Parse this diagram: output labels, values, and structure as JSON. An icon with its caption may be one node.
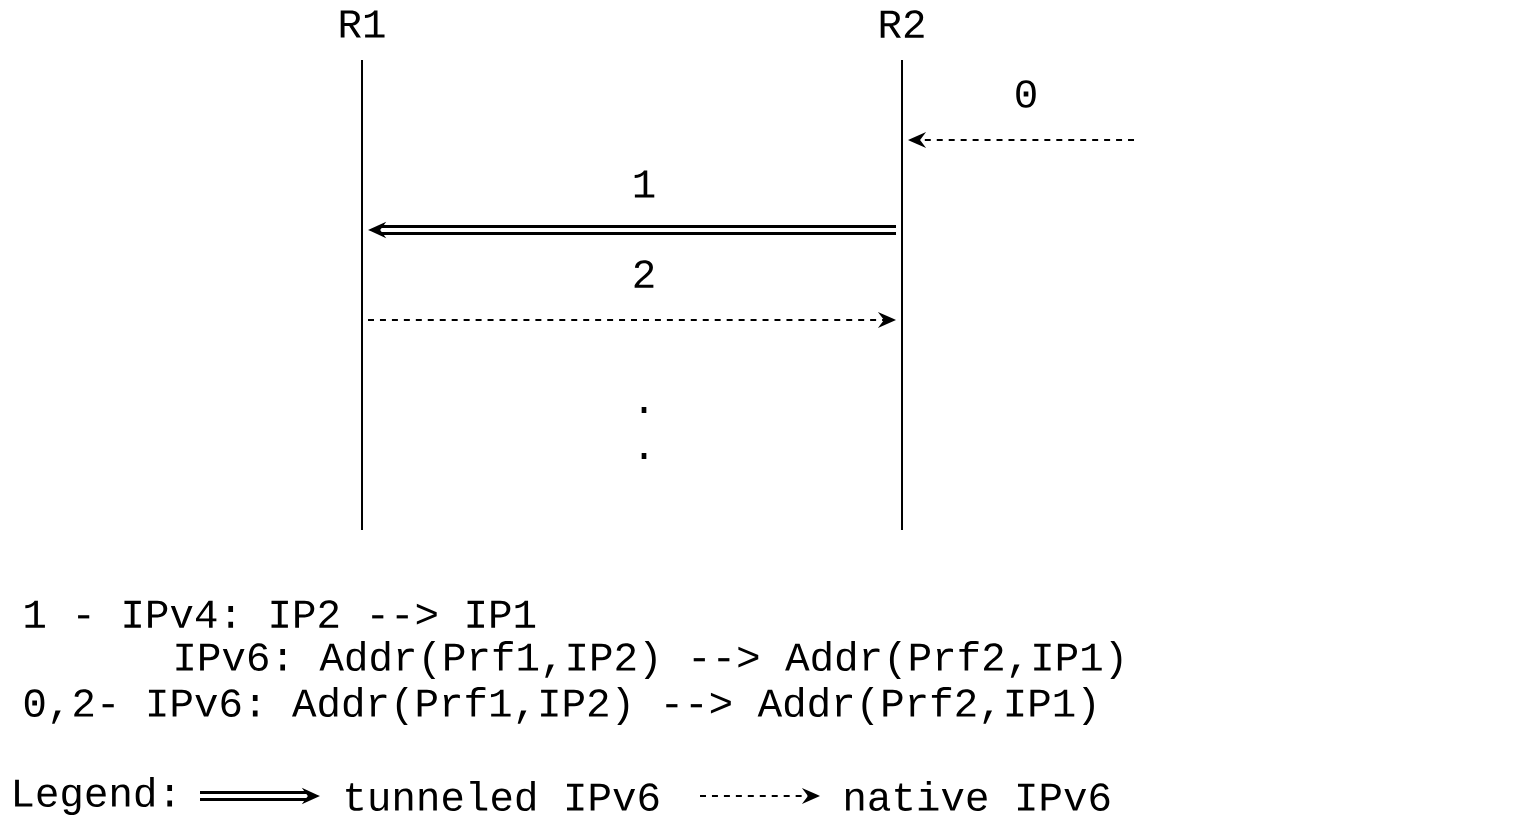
{
  "diagram": {
    "nodes": [
      {
        "text": [
          "R1"
        ]
      },
      {
        "text": [
          "R2"
        ]
      }
    ],
    "edges": [
      {
        "from": null,
        "to": 1,
        "arrow": "to",
        "label": "0",
        "style": "dashed"
      },
      {
        "from": 1,
        "to": 0,
        "arrow": "to",
        "label": "1",
        "style": "thick"
      },
      {
        "from": 0,
        "to": 1,
        "arrow": "to",
        "label": "2",
        "style": "dashed"
      }
    ],
    "labels": [
      ".",
      ".",
      "1  - IPv4: IP2 --> IP1",
      "IPv6: Addr(Prf1,IP2) --> Addr(Prf2,IP1)",
      "0,2- IPv6: Addr(Prf1,IP2) --> Addr(Prf2,IP1)",
      "Legend:"
    ],
    "legend": [
      {
        "text": "tunneled IPv6"
      },
      {
        "text": "native IPv6"
      }
    ]
  }
}
